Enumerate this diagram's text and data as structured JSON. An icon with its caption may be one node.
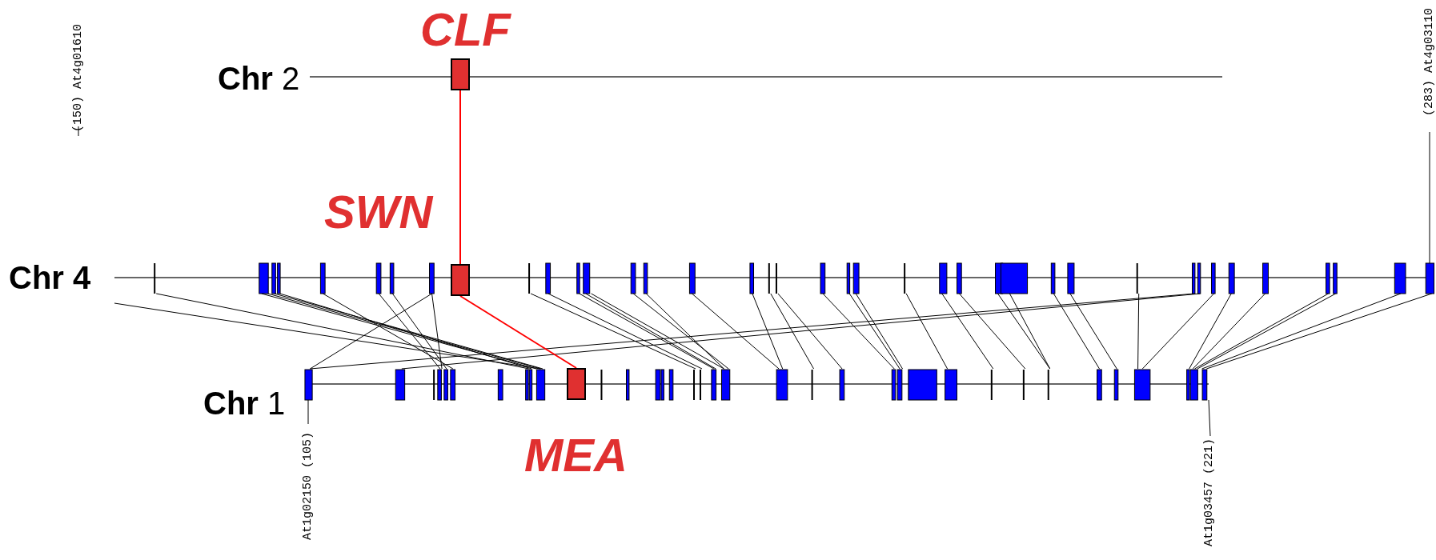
{
  "diagram": {
    "nodes": [
      {
        "text": [
          "CLF"
        ]
      },
      {
        "text": [
          "SWN"
        ]
      },
      {
        "text": [
          "MEA"
        ]
      }
    ],
    "edges": [
      {
        "from": 0,
        "to": 1,
        "arrow": "none"
      },
      {
        "from": 1,
        "to": 2,
        "arrow": "none"
      }
    ],
    "labels": [
      "**Chr** 2",
      "(150) At4g01610",
      "(283) At4g03110",
      "Chr 4",
      "**Chr** 1",
      "At1g02150 (105)",
      "At1g03457 (221)"
    ]
  }
}
